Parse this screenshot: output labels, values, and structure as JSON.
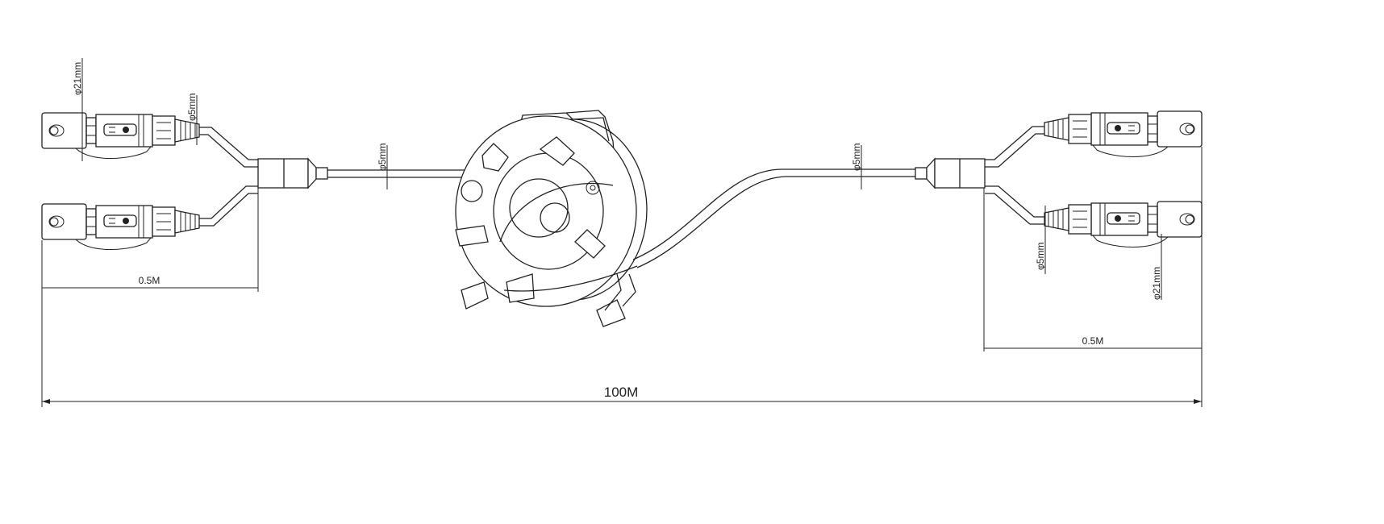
{
  "drawing": {
    "title_dimension": "100M",
    "left": {
      "connector_diameter": "φ21mm",
      "cable_diameter": "φ5mm",
      "branch_length": "0.5M"
    },
    "center": {
      "cable_diameter_left": "φ5mm",
      "cable_diameter_right": "φ5mm"
    },
    "right": {
      "connector_diameter": "φ21mm",
      "cable_diameter": "φ5mm",
      "branch_length": "0.5M"
    }
  },
  "colors": {
    "line": "#222222",
    "background": "#ffffff"
  }
}
